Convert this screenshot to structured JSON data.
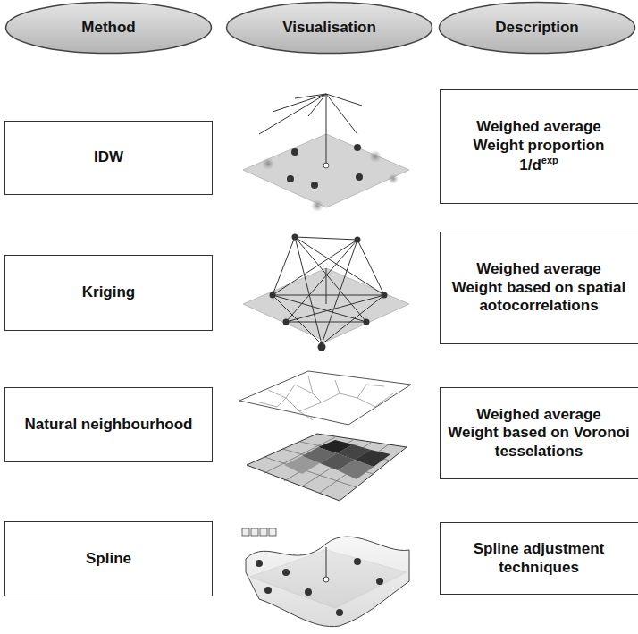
{
  "diagram": {
    "nodes": [
      {
        "text": [
          "Method"
        ]
      },
      {
        "text": [
          "Visualisation"
        ]
      },
      {
        "text": [
          "Description"
        ]
      },
      {
        "text": [
          "IDW"
        ]
      },
      {
        "text": [
          "Weighed average",
          "Weight proportion",
          "1/d",
          "exp"
        ]
      },
      {
        "text": [
          "Kriging"
        ]
      },
      {
        "text": [
          "Weighed average",
          "Weight based on spatial aotocorrelations"
        ]
      },
      {
        "text": [
          "Natural neighbourhood"
        ]
      },
      {
        "text": [
          "Weighed average",
          "Weight based on Voronoi tesselations"
        ]
      },
      {
        "text": [
          "Spline"
        ]
      },
      {
        "text": [
          "Spline adjustment techniques"
        ]
      }
    ]
  }
}
